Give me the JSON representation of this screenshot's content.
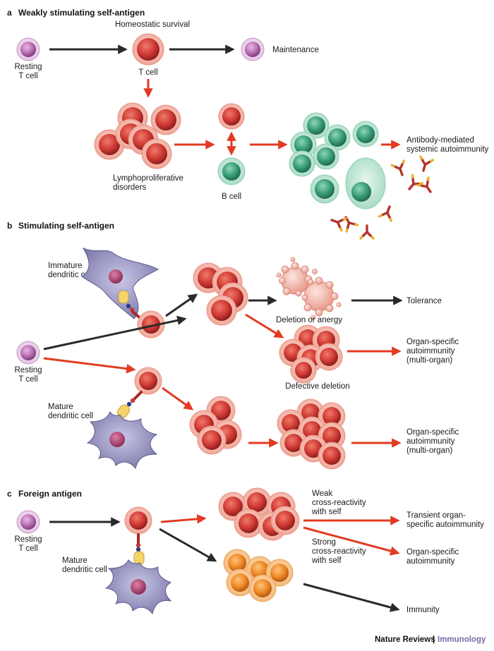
{
  "sections": {
    "a": {
      "letter": "a",
      "title": "Weakly stimulating self-antigen"
    },
    "b": {
      "letter": "b",
      "title": "Stimulating self-antigen"
    },
    "c": {
      "letter": "c",
      "title": "Foreign antigen"
    }
  },
  "labels": {
    "homeostatic_survival": "Homeostatic survival",
    "resting": "Resting",
    "t_cell": "T cell",
    "maintenance": "Maintenance",
    "lympho_1": "Lymphoproliferative",
    "lympho_2": "disorders",
    "b_cell": "B cell",
    "antibody_1": "Antibody-mediated",
    "antibody_2": "systemic autoimmunity",
    "immature_1": "Immature",
    "immature_2": "dendritic cell",
    "mature_1": "Mature",
    "mature_2": "dendritic cell",
    "deletion_anergy": "Deletion or anergy",
    "tolerance": "Tolerance",
    "organ_specific_1": "Organ-specific",
    "organ_specific_2": "autoimmunity",
    "organ_specific_3": "(multi-organ)",
    "defective_deletion": "Defective deletion",
    "weak_1": "Weak",
    "weak_2": "cross-reactivity",
    "weak_3": "with self",
    "strong_1": "Strong",
    "strong_2": "cross-reactivity",
    "strong_3": "with self",
    "transient_1": "Transient organ-",
    "transient_2": "specific autoimmunity",
    "immunity": "Immunity"
  },
  "footer": {
    "journal": "Nature Reviews",
    "separator": "|",
    "subject": "Immunology"
  },
  "colors": {
    "red_arrow": "#e23b22",
    "black_arrow": "#2a2a2a",
    "t_cell": "#d9473f",
    "b_cell": "#4fb38e",
    "resting": "#c77fbf",
    "dendritic": "#8c8ab8",
    "activated": "#f0852a",
    "antibody": "#b5332a",
    "journal_subject": "#7a6aa8"
  }
}
